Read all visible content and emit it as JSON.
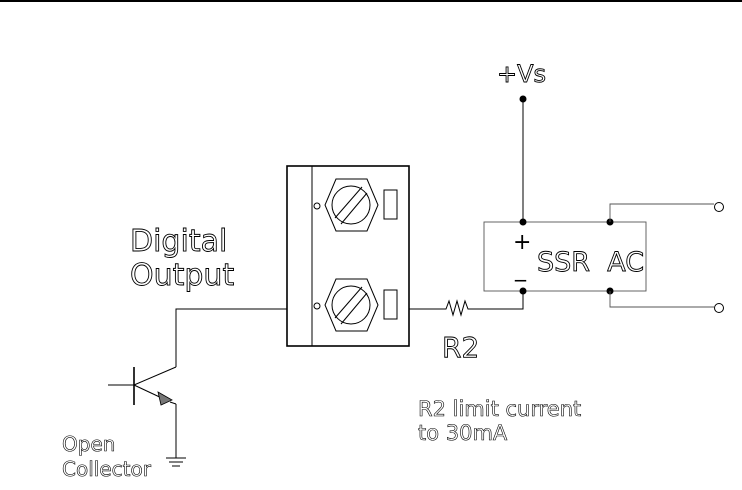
{
  "labels": {
    "supply": "+Vs",
    "input_line1": "Digital",
    "input_line2": "Output",
    "ssr_plus": "+",
    "ssr_minus": "_",
    "ssr_name": "SSR  AC",
    "resistor": "R2",
    "note_line1": "R2 limit current",
    "note_line2": "to 30mA",
    "transistor_line1": "Open",
    "transistor_line2": "Collector"
  },
  "colors": {
    "line": "#000000",
    "background": "#ffffff"
  }
}
